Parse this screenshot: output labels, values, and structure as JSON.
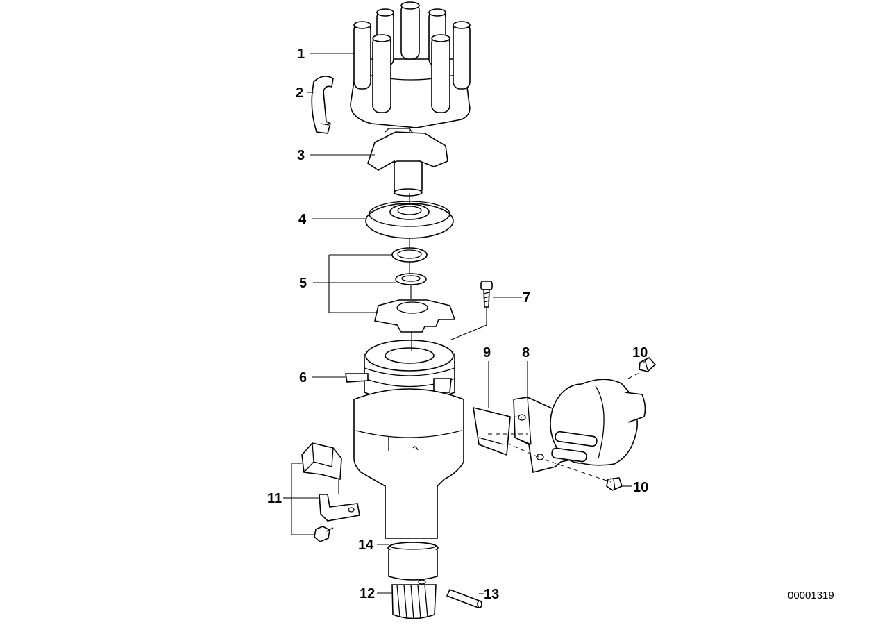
{
  "diagram": {
    "reference_number": "00001319",
    "callouts": [
      {
        "id": "p1",
        "label": "1"
      },
      {
        "id": "p2",
        "label": "2"
      },
      {
        "id": "p3",
        "label": "3"
      },
      {
        "id": "p4",
        "label": "4"
      },
      {
        "id": "p5",
        "label": "5"
      },
      {
        "id": "p6",
        "label": "6"
      },
      {
        "id": "p7",
        "label": "7"
      },
      {
        "id": "p8",
        "label": "8"
      },
      {
        "id": "p9",
        "label": "9"
      },
      {
        "id": "p10a",
        "label": "10"
      },
      {
        "id": "p10b",
        "label": "10"
      },
      {
        "id": "p11",
        "label": "11"
      },
      {
        "id": "p12",
        "label": "12"
      },
      {
        "id": "p13",
        "label": "13"
      },
      {
        "id": "p14",
        "label": "14"
      }
    ]
  }
}
